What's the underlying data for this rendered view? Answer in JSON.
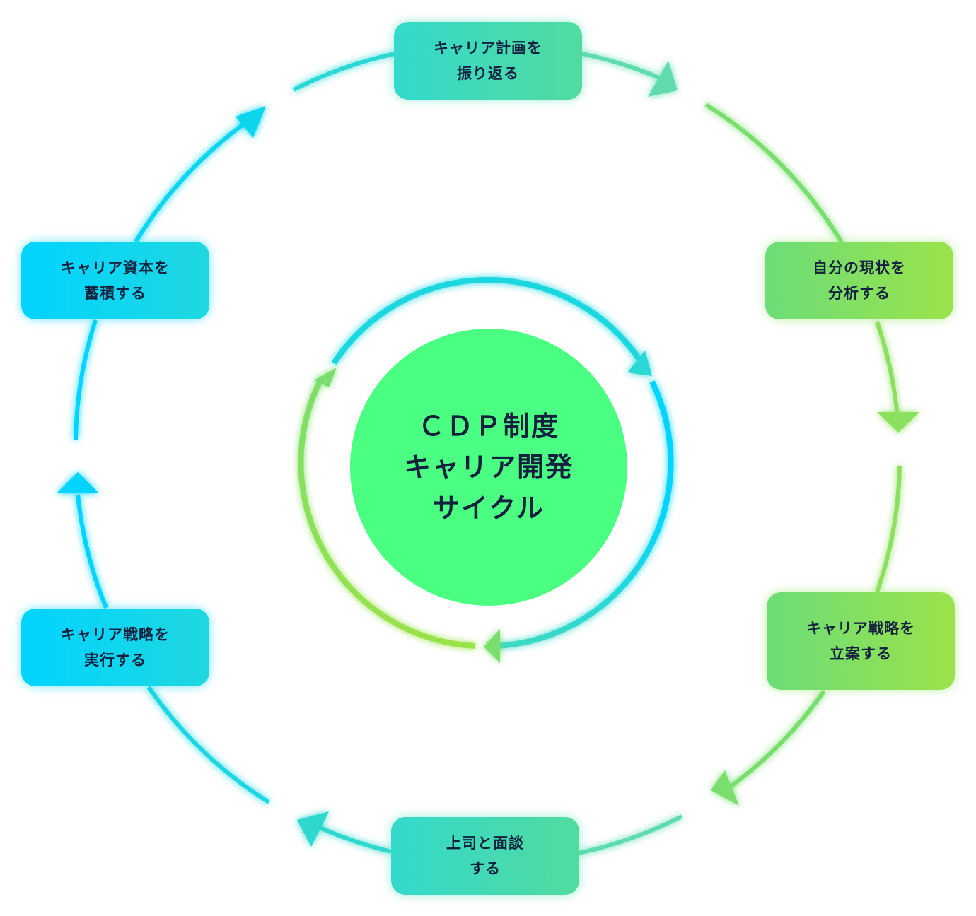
{
  "center": {
    "line1": "ＣＤＰ制度",
    "line2": "キャリア開発",
    "line3": "サイクル"
  },
  "steps": [
    {
      "line1": "キャリア計画を",
      "line2": "振り返る"
    },
    {
      "line1": "自分の現状を",
      "line2": "分析する"
    },
    {
      "line1": "キャリア戦略を",
      "line2": "立案する"
    },
    {
      "line1": "上司と面談",
      "line2": "する"
    },
    {
      "line1": "キャリア戦略を",
      "line2": "実行する"
    },
    {
      "line1": "キャリア資本を",
      "line2": "蓄積する"
    }
  ],
  "colors": {
    "cyan": "#00d4ff",
    "teal": "#3dd9c2",
    "green": "#79de6e",
    "lime": "#9be24a",
    "center": "#4bff82",
    "text": "#13213f"
  }
}
